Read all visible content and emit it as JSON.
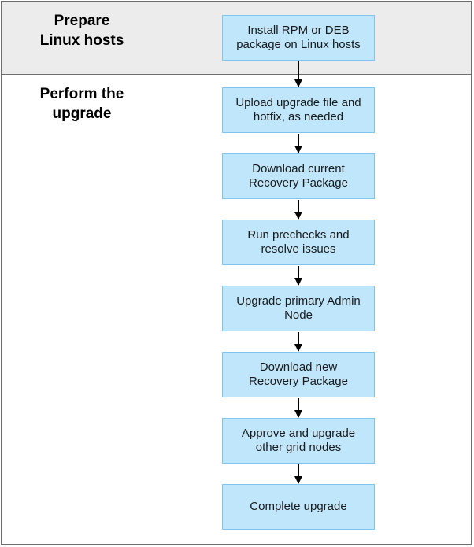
{
  "phases": {
    "prepare": "Prepare\nLinux hosts",
    "perform": "Perform the\nupgrade"
  },
  "steps": [
    "Install RPM or DEB\npackage on Linux hosts",
    "Upload upgrade file and\nhotfix, as needed",
    "Download current\nRecovery Package",
    "Run prechecks and\nresolve issues",
    "Upgrade primary Admin\nNode",
    "Download new\nRecovery Package",
    "Approve and upgrade\nother grid nodes",
    "Complete upgrade"
  ]
}
